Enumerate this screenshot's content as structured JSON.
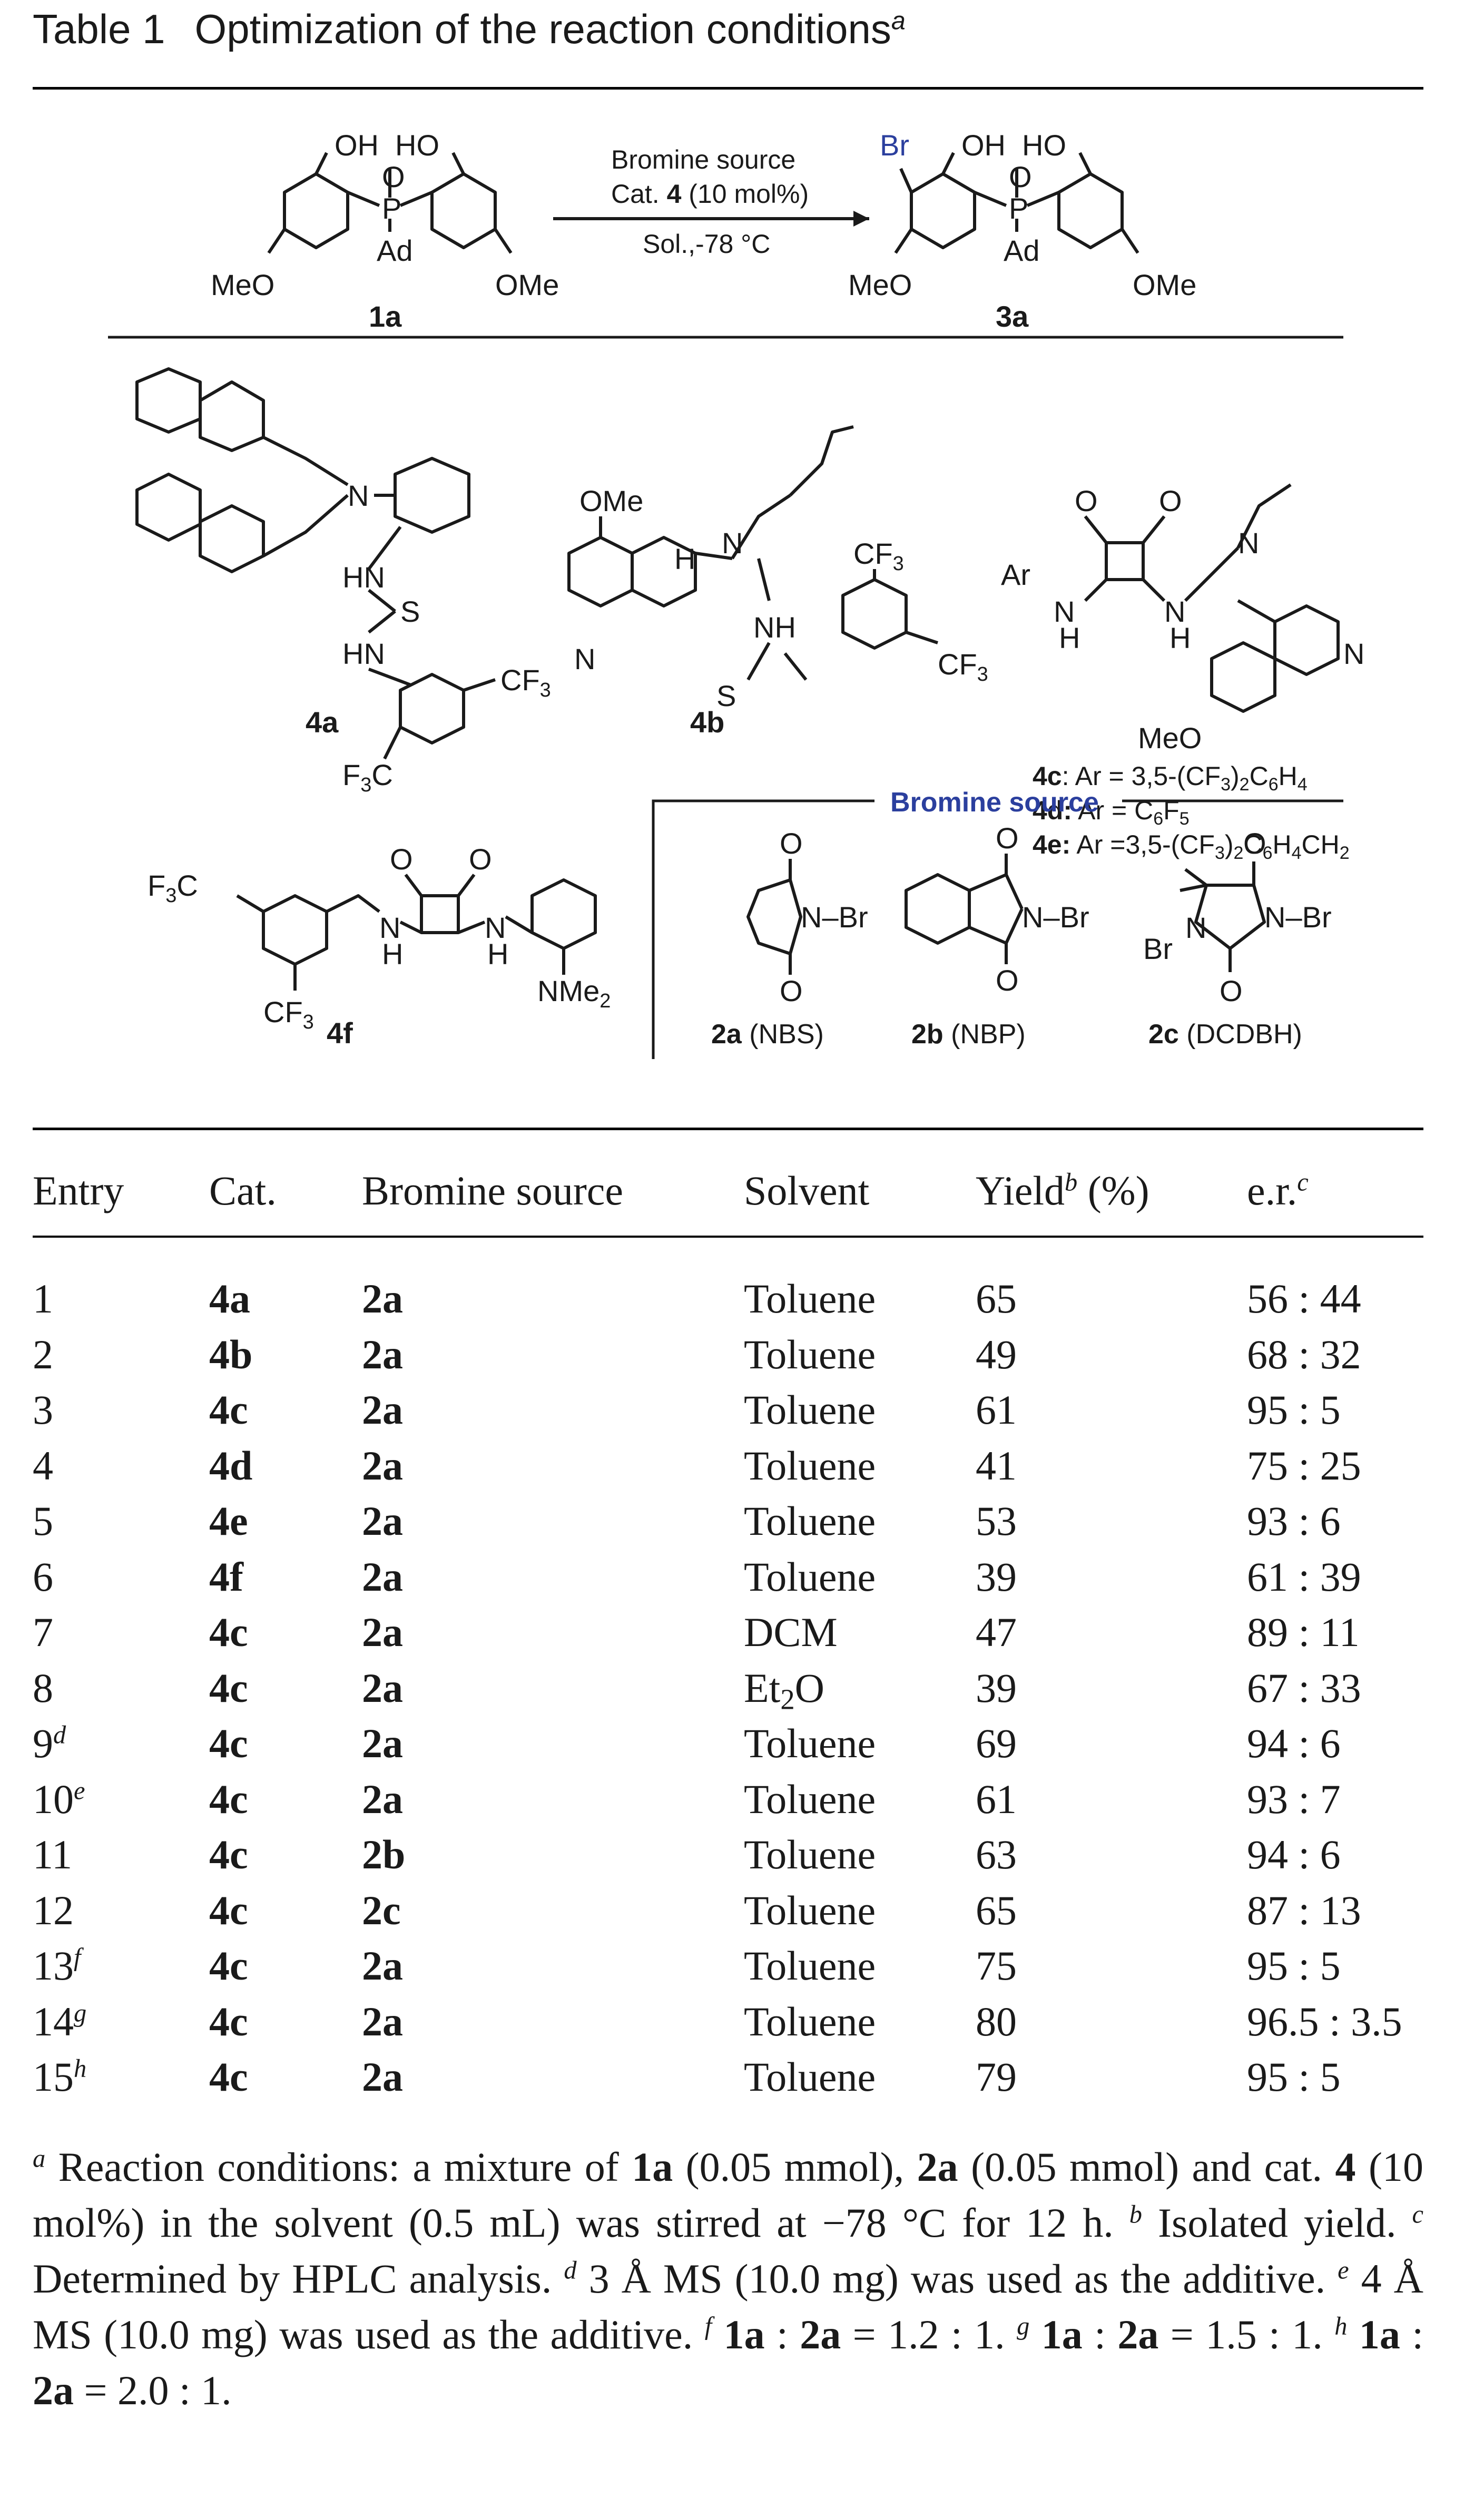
{
  "caption": {
    "label": "Table 1",
    "title": "Optimization of the reaction conditions",
    "note_mark": "a"
  },
  "scheme": {
    "reactant": {
      "id": "1a",
      "oh": "OH",
      "ho": "HO",
      "p": "P",
      "o": "O",
      "ad": "Ad",
      "meo": "MeO",
      "ome": "OMe"
    },
    "product": {
      "id": "3a",
      "br": "Br",
      "oh": "OH",
      "ho": "HO",
      "p": "P",
      "o": "O",
      "ad": "Ad",
      "meo": "MeO",
      "ome": "OMe"
    },
    "arrow": {
      "line1": "Bromine source",
      "line2_pre": "Cat. ",
      "line2_bold": "4",
      "line2_post": " (10 mol%)",
      "line3": "Sol.,-78 °C"
    },
    "catalysts": {
      "c4a": {
        "id": "4a",
        "n": "N",
        "hn1": "HN",
        "hn2": "HN",
        "s": "S",
        "cf3": "CF",
        "f3c": "F",
        "three": "3"
      },
      "c4b": {
        "id": "4b",
        "ome": "OMe",
        "h": "H",
        "n": "N",
        "n2": "N",
        "nh": "NH",
        "s": "S",
        "cf3": "CF",
        "three": "3"
      },
      "c4ce": {
        "o": "O",
        "ar": "Ar",
        "n": "N",
        "h": "H",
        "meo": "MeO",
        "l1_id": "4c",
        "l1_txt": ": Ar = 3,5-(CF",
        "l1_tail": ")",
        "l1_c6h4": "C",
        "l1_sub6": "6",
        "l1_h": "H",
        "l1_sub4": "4",
        "l2_id": "4d:",
        "l2_txt": " Ar = C",
        "l2_sub6": "6",
        "l2_f": "F",
        "l2_sub5": "5",
        "l3_id": "4e:",
        "l3_txt": " Ar =3,5-(CF",
        "l3_tail": ")",
        "l3_c": "C",
        "l3_sub6": "6",
        "l3_h": "H",
        "l3_sub4": "4",
        "l3_ch": "CH",
        "l3_sub2": "2",
        "three": "3",
        "two": "2"
      },
      "c4f": {
        "id": "4f",
        "f3c": "F",
        "cf3": "CF",
        "three": "3",
        "n": "N",
        "h": "H",
        "o": "O",
        "nme": "NMe",
        "two": "2"
      }
    },
    "bromine_box": {
      "title": "Bromine source",
      "nbr": "N–Br",
      "o": "O",
      "br": "Br",
      "n": "N",
      "items": [
        {
          "id": "2a",
          "name": " (NBS)"
        },
        {
          "id": "2b",
          "name": " (NBP)"
        },
        {
          "id": "2c",
          "name": " (DCDBH)"
        }
      ]
    }
  },
  "table": {
    "headers": {
      "entry": "Entry",
      "cat": "Cat.",
      "bromine": "Bromine source",
      "solvent": "Solvent",
      "yield": "Yield",
      "yield_mark": "b",
      "yield_unit": " (%)",
      "er": "e.r.",
      "er_mark": "c"
    },
    "rows": [
      {
        "entry": "1",
        "mark": "",
        "cat": "4a",
        "br": "2a",
        "solvent": "Toluene",
        "yield": "65",
        "er": "56 : 44"
      },
      {
        "entry": "2",
        "mark": "",
        "cat": "4b",
        "br": "2a",
        "solvent": "Toluene",
        "yield": "49",
        "er": "68 : 32"
      },
      {
        "entry": "3",
        "mark": "",
        "cat": "4c",
        "br": "2a",
        "solvent": "Toluene",
        "yield": "61",
        "er": "95 : 5"
      },
      {
        "entry": "4",
        "mark": "",
        "cat": "4d",
        "br": "2a",
        "solvent": "Toluene",
        "yield": "41",
        "er": "75 : 25"
      },
      {
        "entry": "5",
        "mark": "",
        "cat": "4e",
        "br": "2a",
        "solvent": "Toluene",
        "yield": "53",
        "er": "93 : 6"
      },
      {
        "entry": "6",
        "mark": "",
        "cat": "4f",
        "br": "2a",
        "solvent": "Toluene",
        "yield": "39",
        "er": "61 : 39"
      },
      {
        "entry": "7",
        "mark": "",
        "cat": "4c",
        "br": "2a",
        "solvent": "DCM",
        "yield": "47",
        "er": "89 : 11"
      },
      {
        "entry": "8",
        "mark": "",
        "cat": "4c",
        "br": "2a",
        "solvent": "Et",
        "solvent_sub": "2",
        "solvent_tail": "O",
        "yield": "39",
        "er": "67 : 33"
      },
      {
        "entry": "9",
        "mark": "d",
        "cat": "4c",
        "br": "2a",
        "solvent": "Toluene",
        "yield": "69",
        "er": "94 : 6"
      },
      {
        "entry": "10",
        "mark": "e",
        "cat": "4c",
        "br": "2a",
        "solvent": "Toluene",
        "yield": "61",
        "er": "93 : 7"
      },
      {
        "entry": "11",
        "mark": "",
        "cat": "4c",
        "br": "2b",
        "solvent": "Toluene",
        "yield": "63",
        "er": "94 : 6"
      },
      {
        "entry": "12",
        "mark": "",
        "cat": "4c",
        "br": "2c",
        "solvent": "Toluene",
        "yield": "65",
        "er": "87 : 13"
      },
      {
        "entry": "13",
        "mark": "f",
        "cat": "4c",
        "br": "2a",
        "solvent": "Toluene",
        "yield": "75",
        "er": "95 : 5"
      },
      {
        "entry": "14",
        "mark": "g",
        "cat": "4c",
        "br": "2a",
        "solvent": "Toluene",
        "yield": "80",
        "er": "96.5 : 3.5"
      },
      {
        "entry": "15",
        "mark": "h",
        "cat": "4c",
        "br": "2a",
        "solvent": "Toluene",
        "yield": "79",
        "er": "95 : 5"
      }
    ]
  },
  "notes": {
    "a": {
      "mark": "a",
      "t1": " Reaction conditions: a mixture of ",
      "b1": "1a",
      "t2": " (0.05 mmol), ",
      "b2": "2a",
      "t3": " (0.05 mmol) and cat. ",
      "b3": "4",
      "t4": " (10 mol%) in the solvent (0.5 mL) was stirred at −78 °C for 12 h. "
    },
    "b": {
      "mark": "b",
      "text": " Isolated yield. "
    },
    "c": {
      "mark": "c",
      "text": " Determined by HPLC analysis. "
    },
    "d": {
      "mark": "d",
      "text": " 3 Å MS (10.0 mg) was used as the additive. "
    },
    "e": {
      "mark": "e",
      "text": " 4 Å MS (10.0 mg) was used as the additive. "
    },
    "f": {
      "mark": "f",
      "b1": "1a",
      "sep": " : ",
      "b2": "2a",
      "text": " = 1.2 : 1. "
    },
    "g": {
      "mark": "g",
      "b1": "1a",
      "sep": " : ",
      "b2": "2a",
      "text": " = 1.5 : 1. "
    },
    "h": {
      "mark": "h",
      "b1": "1a",
      "sep": " : ",
      "b2": "2a",
      "text": " = 2.0 : 1."
    }
  },
  "colors": {
    "bromine_blue": "#2b3f9e",
    "rule": "#000000",
    "text": "#1a1a1a"
  }
}
